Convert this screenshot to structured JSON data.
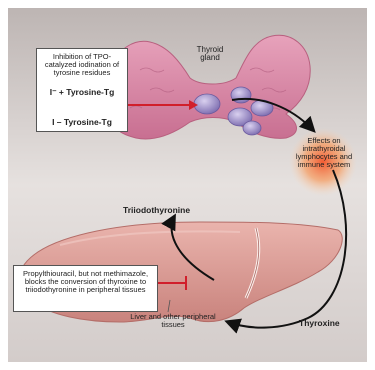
{
  "labels": {
    "tpo_inhibition": "Inhibition of TPO-catalyzed iodination of tyrosine residues",
    "reaction_reactants": "I⁻ + Tyrosine-Tg",
    "reaction_product": "I – Tyrosine-Tg",
    "thyroid_gland": "Thyroid gland",
    "immune_effects": "Effects on intrathyroidal lymphocytes and immune system",
    "triiodothyronine": "Triiodothyronine",
    "thyroxine": "Thyroxine",
    "ptu_note": "Propylthiouracil, but not methimazole, blocks the conversion of thyroxine to triiodothyronine in peripheral tissues",
    "liver_tissues": "Liver and other peripheral tissues"
  },
  "colors": {
    "background_panel": "#d8d2d0",
    "thyroid": "#d88aa6",
    "liver": "#e2a49e",
    "follicle": "#9a8bc4",
    "inhibition_line": "#d11f2b",
    "glow": "#f06a30",
    "arrow": "#111111"
  }
}
